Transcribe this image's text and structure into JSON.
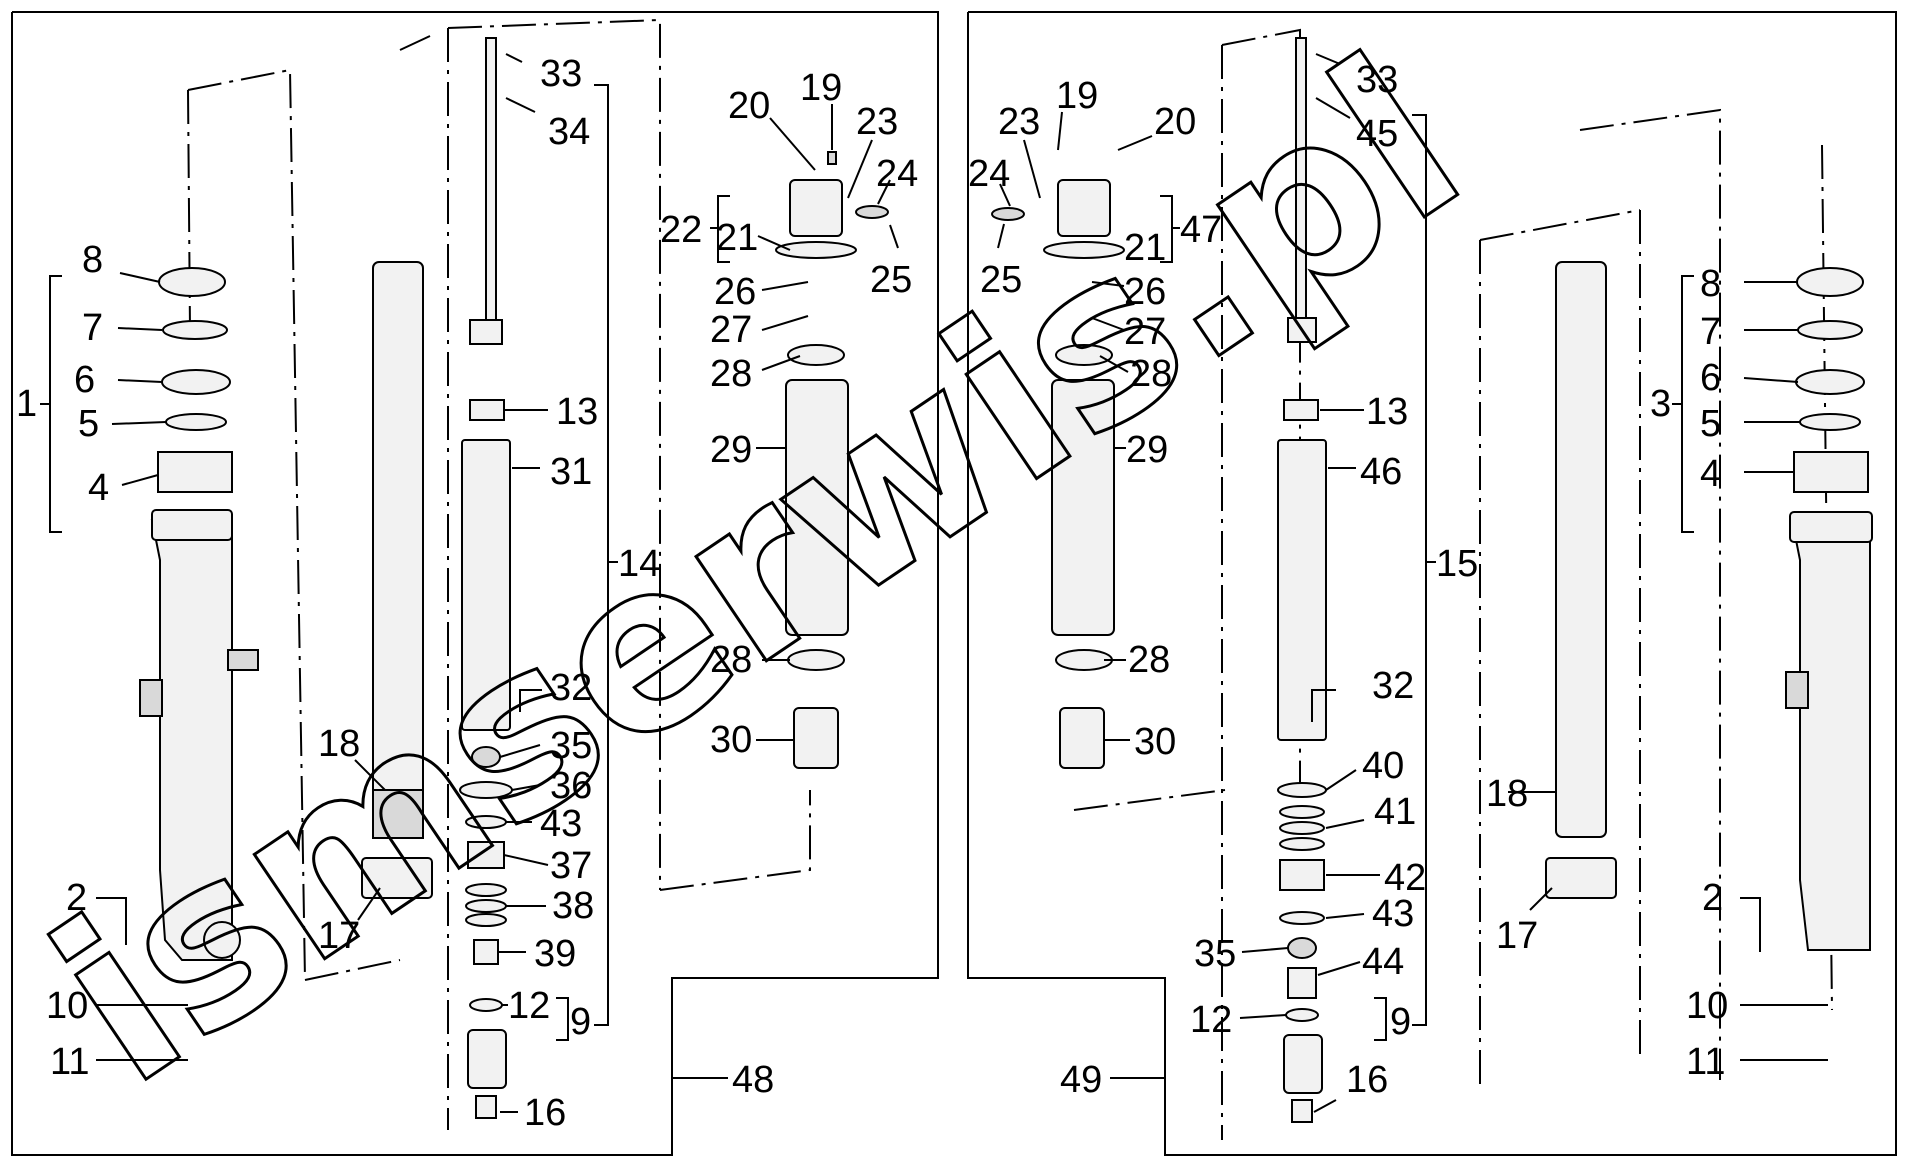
{
  "watermark": "ismserwis.pl",
  "callouts": {
    "left": {
      "c1": "1",
      "c2": "2",
      "c4": "4",
      "c5": "5",
      "c6": "6",
      "c7": "7",
      "c8": "8",
      "c9": "9",
      "c10": "10",
      "c11": "11",
      "c12": "12",
      "c13": "13",
      "c14": "14",
      "c16": "16",
      "c17": "17",
      "c18": "18",
      "c19": "19",
      "c20": "20",
      "c21": "21",
      "c22": "22",
      "c23": "23",
      "c24": "24",
      "c25": "25",
      "c26": "26",
      "c27": "27",
      "c28a": "28",
      "c28b": "28",
      "c29": "29",
      "c30": "30",
      "c31": "31",
      "c32": "32",
      "c33": "33",
      "c34": "34",
      "c35": "35",
      "c36": "36",
      "c37": "37",
      "c38": "38",
      "c39": "39",
      "c43": "43",
      "c48": "48"
    },
    "right": {
      "c2": "2",
      "c3": "3",
      "c4": "4",
      "c5": "5",
      "c6": "6",
      "c7": "7",
      "c8": "8",
      "c9": "9",
      "c10": "10",
      "c11": "11",
      "c12": "12",
      "c13": "13",
      "c15": "15",
      "c16": "16",
      "c17": "17",
      "c18": "18",
      "c19": "19",
      "c20": "20",
      "c21": "21",
      "c23": "23",
      "c24": "24",
      "c25": "25",
      "c26": "26",
      "c27": "27",
      "c28a": "28",
      "c28b": "28",
      "c29": "29",
      "c30": "30",
      "c32": "32",
      "c33": "33",
      "c35": "35",
      "c40": "40",
      "c41": "41",
      "c42": "42",
      "c43": "43",
      "c44": "44",
      "c45": "45",
      "c46": "46",
      "c47": "47",
      "c49": "49"
    }
  }
}
